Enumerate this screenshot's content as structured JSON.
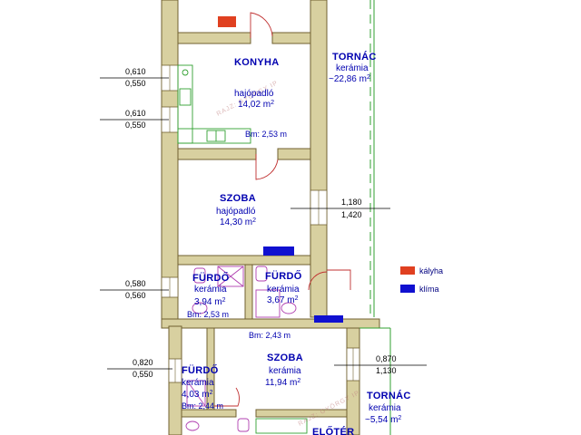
{
  "rooms": {
    "konyha": {
      "name": "KONYHA",
      "floor": "hajópadló",
      "area": "14,02 m",
      "bm": "Bm: 2,53 m"
    },
    "tornac1": {
      "name": "TORNÁC",
      "floor": "kerámia",
      "area": "~22,86 m"
    },
    "szoba1": {
      "name": "SZOBA",
      "floor": "hajópadló",
      "area": "14,30 m"
    },
    "furdo1": {
      "name": "FÜRDŐ",
      "floor": "kerámia",
      "area": "3,94 m",
      "bm": "Bm: 2,53 m"
    },
    "furdo2": {
      "name": "FÜRDŐ",
      "floor": "kerámia",
      "area": "3,67 m"
    },
    "szoba2": {
      "name": "SZOBA",
      "floor": "kerámia",
      "area": "11,94 m",
      "bm": "Bm: 2,43 m"
    },
    "furdo3": {
      "name": "FÜRDŐ",
      "floor": "kerámia",
      "area": "4,03 m",
      "bm": "Bm: 2,44 m"
    },
    "tornac2": {
      "name": "TORNÁC",
      "floor": "kerámia",
      "area": "~5,54 m"
    },
    "eloter": {
      "name": "ELŐTÉR"
    }
  },
  "sup": "2",
  "dimensions": {
    "d1": {
      "top": "0,610",
      "bottom": "0,550"
    },
    "d2": {
      "top": "0,610",
      "bottom": "0,550"
    },
    "d3": {
      "top": "1,180",
      "bottom": "1,420"
    },
    "d4": {
      "top": "0,580",
      "bottom": "0,560"
    },
    "d5": {
      "top": "0,820",
      "bottom": "0,550"
    },
    "d6": {
      "top": "0,870",
      "bottom": "1,130"
    }
  },
  "legend": {
    "items": [
      {
        "label": "kályha",
        "color": "#e04020"
      },
      {
        "label": "klíma",
        "color": "#1010d0"
      }
    ]
  },
  "watermark": {
    "text": "RAJZ: GYÖRGY IP"
  },
  "colors": {
    "wall": "#d8d0a0",
    "wall_stroke": "#706030",
    "fixture": "#30a030",
    "sanitary": "#b040b0",
    "door": "#c03030",
    "dimension": "#000000"
  }
}
